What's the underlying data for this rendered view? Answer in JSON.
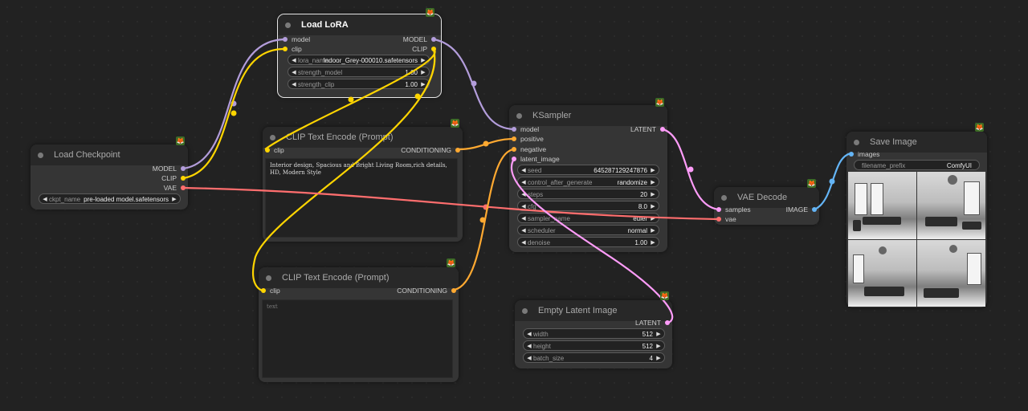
{
  "colors": {
    "model": "#b39ddb",
    "clip": "#ffd500",
    "vae": "#ff6e6e",
    "conditioning": "#ffa931",
    "latent": "#ff9cf9",
    "image": "#64b5f6"
  },
  "badge_icon": "fox-emoji-icon",
  "badge_glyph": "🦊",
  "load_lora": {
    "title": "Load LoRA",
    "inputs": [
      "model",
      "clip"
    ],
    "outputs": [
      "MODEL",
      "CLIP"
    ],
    "widgets": [
      {
        "label": "lora_name",
        "value": "Indoor_Grey-000010.safetensors"
      },
      {
        "label": "strength_model",
        "value": "1.00"
      },
      {
        "label": "strength_clip",
        "value": "1.00"
      }
    ]
  },
  "load_checkpoint": {
    "title": "Load Checkpoint",
    "outputs": [
      "MODEL",
      "CLIP",
      "VAE"
    ],
    "widgets": [
      {
        "label": "ckpt_name",
        "value": "pre-loaded model.safetensors"
      }
    ]
  },
  "clip_encode_positive": {
    "title": "CLIP Text Encode (Prompt)",
    "input": "clip",
    "output": "CONDITIONING",
    "text": "Interior design, Spacious and Bright Living Room,rich details, HD, Modern Style"
  },
  "clip_encode_negative": {
    "title": "CLIP Text Encode (Prompt)",
    "input": "clip",
    "output": "CONDITIONING",
    "placeholder": "text"
  },
  "ksampler": {
    "title": "KSampler",
    "inputs": [
      "model",
      "positive",
      "negative",
      "latent_image"
    ],
    "output": "LATENT",
    "widgets": [
      {
        "label": "seed",
        "value": "645287129247876"
      },
      {
        "label": "control_after_generate",
        "value": "randomize"
      },
      {
        "label": "steps",
        "value": "20"
      },
      {
        "label": "cfg",
        "value": "8.0"
      },
      {
        "label": "sampler_name",
        "value": "euler"
      },
      {
        "label": "scheduler",
        "value": "normal"
      },
      {
        "label": "denoise",
        "value": "1.00"
      }
    ]
  },
  "empty_latent": {
    "title": "Empty Latent Image",
    "output": "LATENT",
    "widgets": [
      {
        "label": "width",
        "value": "512"
      },
      {
        "label": "height",
        "value": "512"
      },
      {
        "label": "batch_size",
        "value": "4"
      }
    ]
  },
  "vae_decode": {
    "title": "VAE Decode",
    "inputs": [
      "samples",
      "vae"
    ],
    "output": "IMAGE"
  },
  "save_image": {
    "title": "Save Image",
    "input": "images",
    "widgets": [
      {
        "label": "filename_prefix",
        "value": "ComfyUI"
      }
    ],
    "preview_count": 4
  },
  "arrow_left": "◀",
  "arrow_right": "▶"
}
